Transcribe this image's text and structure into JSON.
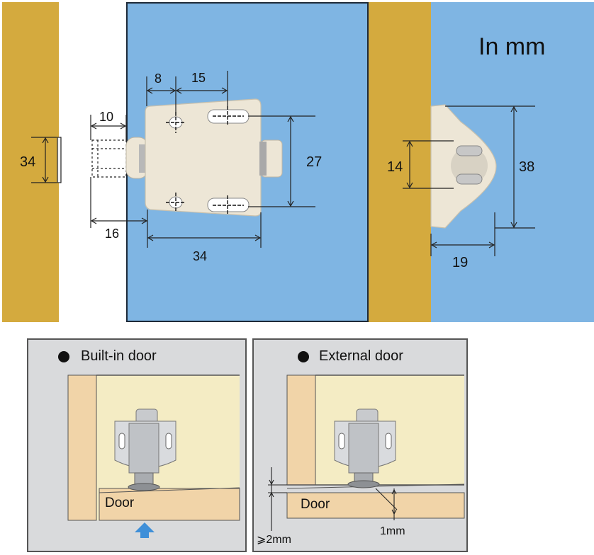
{
  "unit_note": "In mm",
  "dimensions": {
    "left_height": "34",
    "offset_10": "10",
    "hole_8": "8",
    "hole_15": "15",
    "height_27": "27",
    "bottom_16": "16",
    "width_34": "34",
    "plate_14": "14",
    "plate_38": "38",
    "plate_19": "19"
  },
  "panels": {
    "builtin": {
      "title": "Built-in door",
      "door_label": "Door"
    },
    "external": {
      "title": "External door",
      "door_label": "Door",
      "gap_label": "⩾2mm",
      "offset_label": "1mm"
    }
  },
  "colors": {
    "wood": "#d4aa3e",
    "wall": "#7fb5e3",
    "latch": "#ede6d6",
    "panel_bg": "#d9dadc",
    "cabinet_inner": "#f4ecc4",
    "cabinet_board": "#f1d4a8",
    "arrow": "#3f8fd8"
  }
}
